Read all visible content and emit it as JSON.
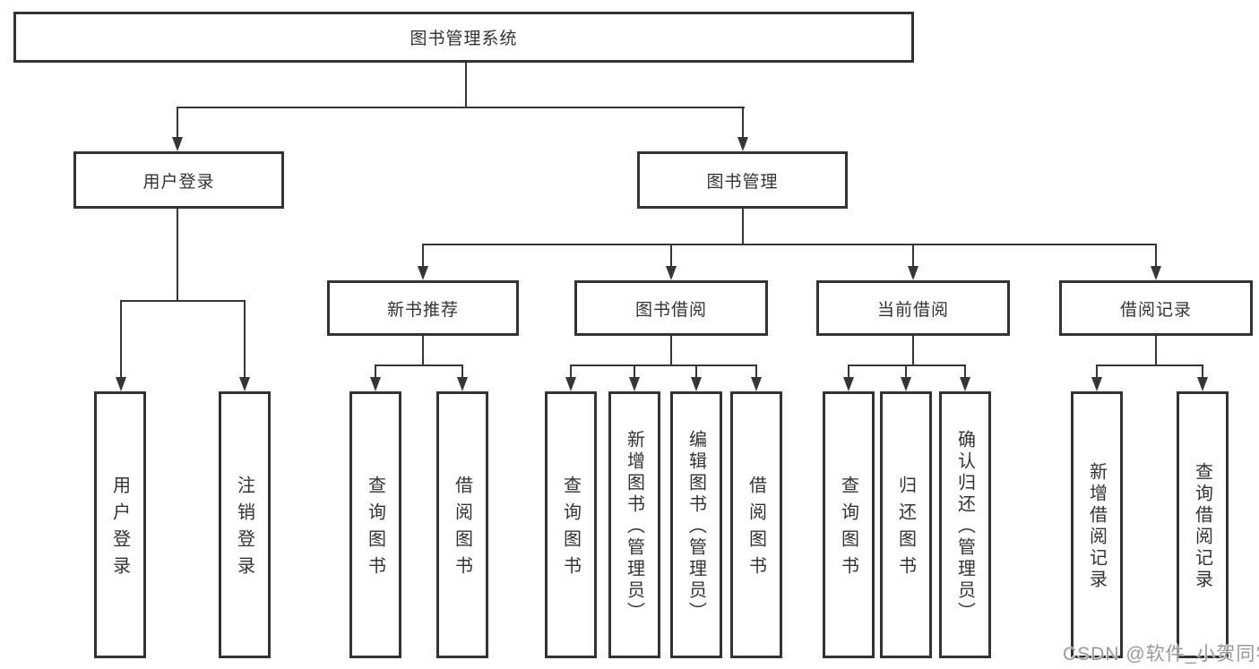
{
  "colors": {
    "line": "#333333",
    "text": "#333333",
    "background": "#ffffff",
    "watermark": "#9a9a9a"
  },
  "diagram": {
    "root": {
      "label": "图书管理系统"
    },
    "level2": [
      {
        "label": "用户登录"
      },
      {
        "label": "图书管理"
      }
    ],
    "level3": [
      {
        "label": "新书推荐"
      },
      {
        "label": "图书借阅"
      },
      {
        "label": "当前借阅"
      },
      {
        "label": "借阅记录"
      }
    ],
    "leaves": {
      "user_login": [
        {
          "label": "用户登录"
        },
        {
          "label": "注销登录"
        }
      ],
      "new_book_recommend": [
        {
          "label": "查询图书"
        },
        {
          "label": "借阅图书"
        }
      ],
      "book_borrowing": [
        {
          "label": "查询图书"
        },
        {
          "label": "新增图书（管理员）"
        },
        {
          "label": "编辑图书（管理员）"
        },
        {
          "label": "借阅图书"
        }
      ],
      "current_borrowing": [
        {
          "label": "查询图书"
        },
        {
          "label": "归还图书"
        },
        {
          "label": "确认归还（管理员）"
        }
      ],
      "borrowing_records": [
        {
          "label": "新增借阅记录"
        },
        {
          "label": "查询借阅记录"
        }
      ]
    }
  },
  "watermark": {
    "text": "CSDN @软件_小贺同学"
  }
}
